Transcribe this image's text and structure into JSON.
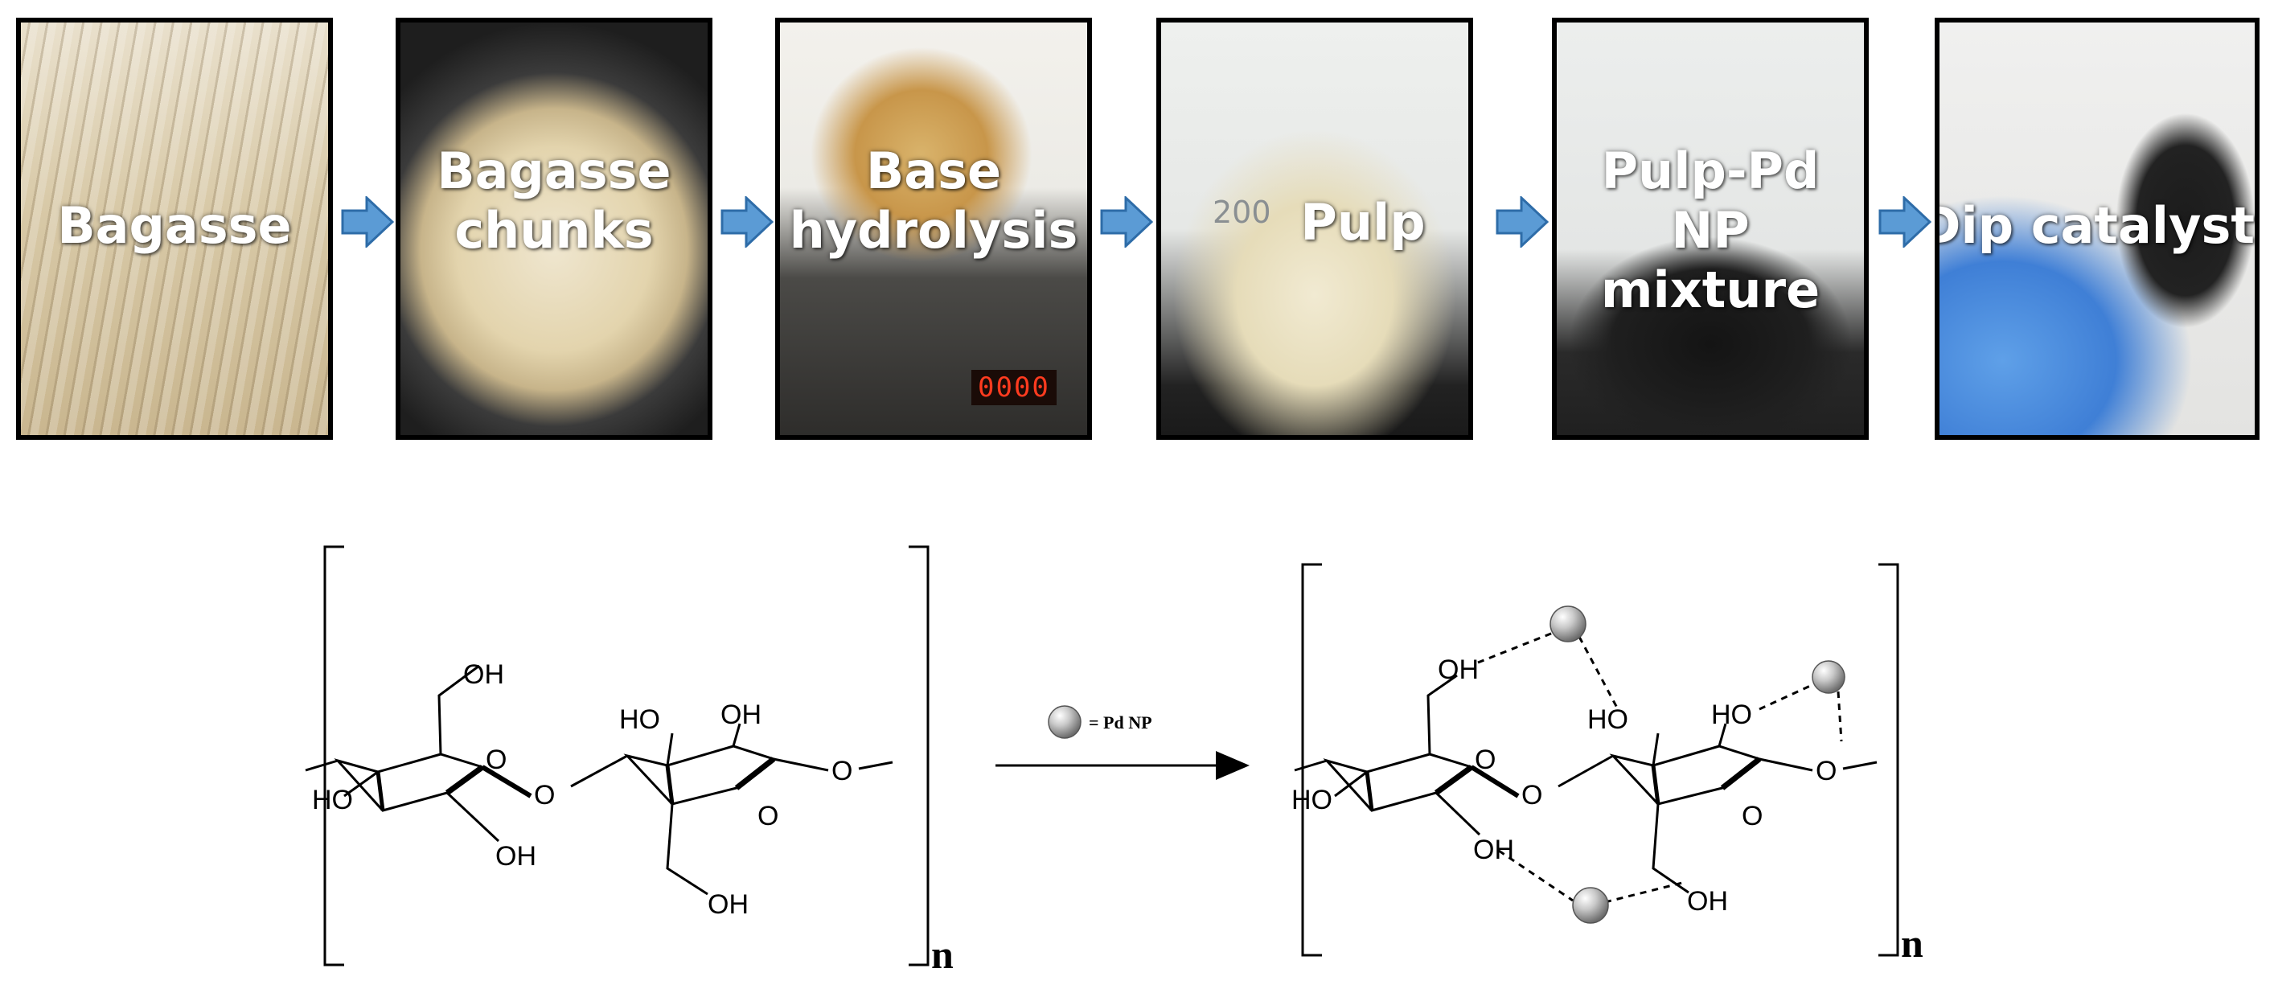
{
  "process_steps": [
    {
      "label": "Bagasse"
    },
    {
      "label": "Bagasse\nchunks"
    },
    {
      "label": "Base\nhydrolysis"
    },
    {
      "label": "Pulp"
    },
    {
      "label": "Pulp-Pd NP\nmixture"
    },
    {
      "label": "Dip catalyst"
    }
  ],
  "hot_plate_display": "0000",
  "beaker_mark": "200",
  "scheme": {
    "legend_text": "= Pd NP",
    "repeat_unit_subscript": "n",
    "atoms": {
      "oh": "OH",
      "ho": "HO",
      "o": "O"
    }
  },
  "colors": {
    "arrow_fill": "#5b9bd5",
    "arrow_stroke": "#2e6ca8",
    "panel_border": "#000000",
    "label_text": "#ffffff",
    "pd_np_sphere": "#bdbdbd"
  }
}
